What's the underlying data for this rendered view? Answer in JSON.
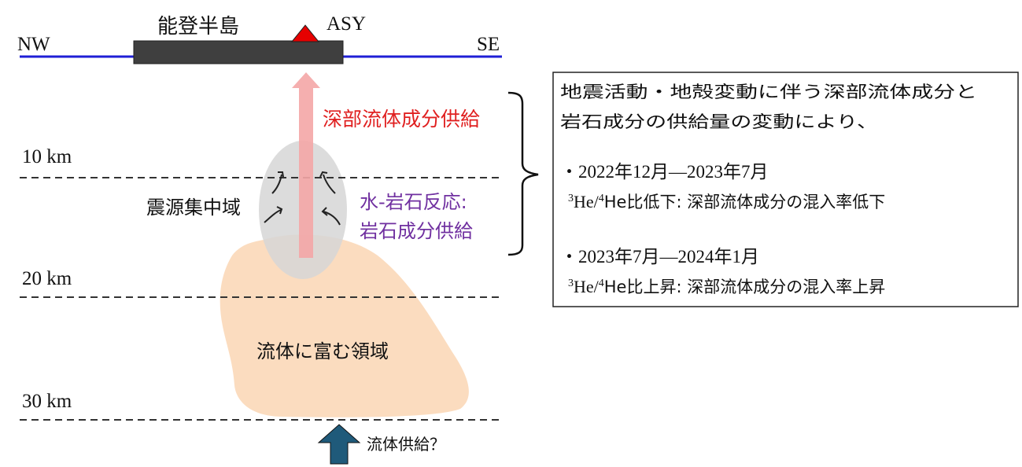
{
  "cross_section": {
    "peninsula_label": "能登半島",
    "station_label": "ASY",
    "left_direction": "NW",
    "right_direction": "SE",
    "depth_labels": [
      "10 km",
      "20 km",
      "30 km"
    ],
    "deep_supply_label": "深部流体成分供給",
    "swarm_label": "震源集中域",
    "reaction_label_line1": "水-岩石反応:",
    "reaction_label_line2": "岩石成分供給",
    "fluid_region_label": "流体に富む領域",
    "fluid_supply_label": "流体供給？"
  },
  "summary_box": {
    "line1": "地震活動・地殻変動に伴う深部流体成分と",
    "line2": "岩石成分の供給量の変動により、",
    "period1": "・2022年12月―2023年7月",
    "ratio1_sup1": "3",
    "ratio1_mid": "He/",
    "ratio1_sup2": "4",
    "ratio1_text": "He比低下: 深部流体成分の混入率低下",
    "period2": "・2023年7月―2024年1月",
    "ratio2_sup1": "3",
    "ratio2_mid": "He/",
    "ratio2_sup2": "4",
    "ratio2_text": "He比上昇: 深部流体成分の混入率上昇"
  },
  "colors": {
    "surface_line": "#1f1fd6",
    "peninsula": "#3f3f3f",
    "station_triangle": "#e60000",
    "deep_supply_arrow": "#f4a6a6",
    "deep_supply_text": "#e02020",
    "reaction_text": "#7030a0",
    "swarm_ellipse": "#d9d9d9",
    "fluid_region": "#fbdcbf",
    "fluid_supply_arrow": "#1f5a7a"
  }
}
